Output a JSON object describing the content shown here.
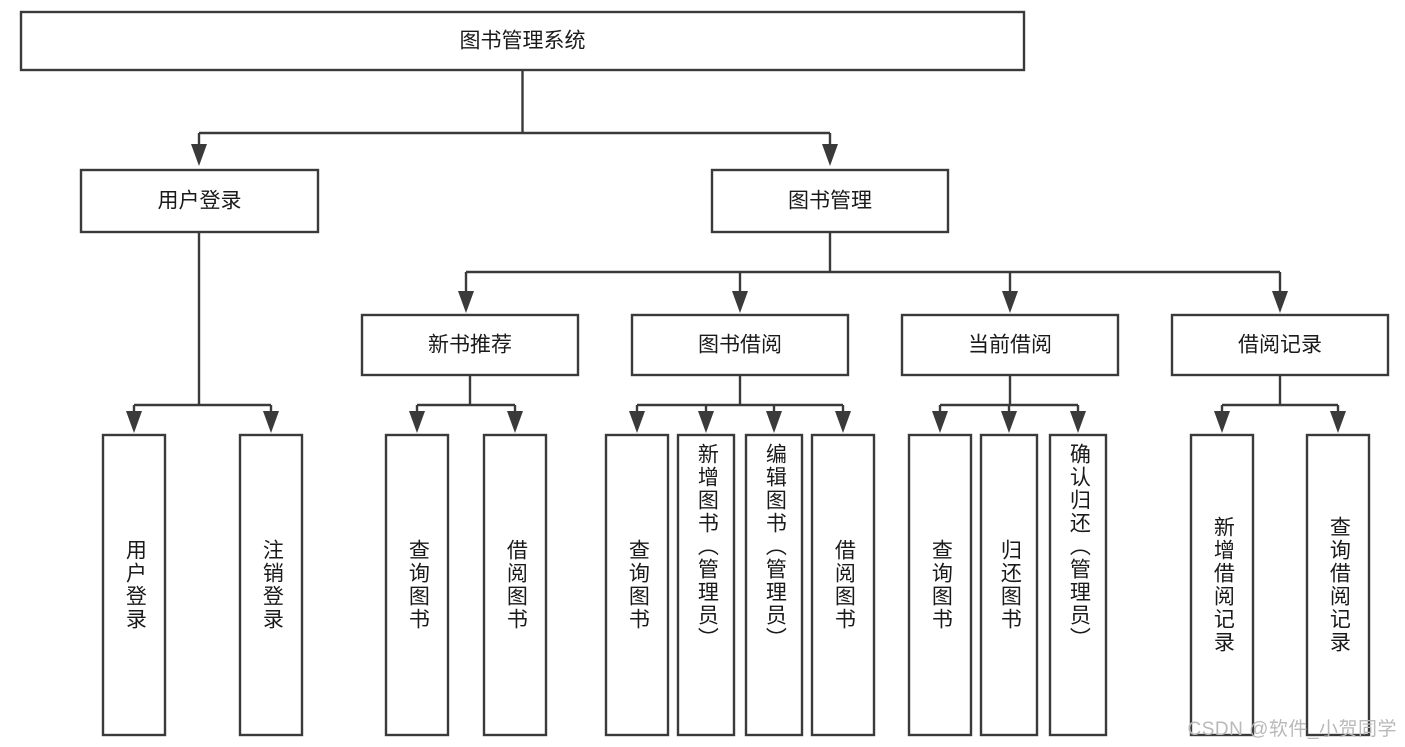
{
  "diagram": {
    "title": "图书管理系统",
    "type": "hierarchy-tree",
    "root": {
      "id": "root",
      "label": "图书管理系统",
      "orientation": "horizontal"
    },
    "level2": [
      {
        "id": "user-login",
        "label": "用户登录",
        "orientation": "horizontal"
      },
      {
        "id": "book-management",
        "label": "图书管理",
        "orientation": "horizontal"
      }
    ],
    "level3": [
      {
        "id": "new-book-recommend",
        "label": "新书推荐",
        "parent": "book-management",
        "orientation": "horizontal"
      },
      {
        "id": "book-borrow",
        "label": "图书借阅",
        "parent": "book-management",
        "orientation": "horizontal"
      },
      {
        "id": "current-borrow",
        "label": "当前借阅",
        "parent": "book-management",
        "orientation": "horizontal"
      },
      {
        "id": "borrow-record",
        "label": "借阅记录",
        "parent": "book-management",
        "orientation": "horizontal"
      }
    ],
    "leaves": [
      {
        "id": "leaf-user-login",
        "label": "用户登录",
        "parent": "user-login",
        "orientation": "vertical"
      },
      {
        "id": "leaf-logout",
        "label": "注销登录",
        "parent": "user-login",
        "orientation": "vertical"
      },
      {
        "id": "leaf-query-book-1",
        "label": "查询图书",
        "parent": "new-book-recommend",
        "orientation": "vertical"
      },
      {
        "id": "leaf-borrow-book-1",
        "label": "借阅图书",
        "parent": "new-book-recommend",
        "orientation": "vertical"
      },
      {
        "id": "leaf-query-book-2",
        "label": "查询图书",
        "parent": "book-borrow",
        "orientation": "vertical"
      },
      {
        "id": "leaf-add-book",
        "label": "新增图书（管理员）",
        "parent": "book-borrow",
        "orientation": "vertical"
      },
      {
        "id": "leaf-edit-book",
        "label": "编辑图书（管理员）",
        "parent": "book-borrow",
        "orientation": "vertical"
      },
      {
        "id": "leaf-borrow-book-2",
        "label": "借阅图书",
        "parent": "book-borrow",
        "orientation": "vertical"
      },
      {
        "id": "leaf-query-book-3",
        "label": "查询图书",
        "parent": "current-borrow",
        "orientation": "vertical"
      },
      {
        "id": "leaf-return-book",
        "label": "归还图书",
        "parent": "current-borrow",
        "orientation": "vertical"
      },
      {
        "id": "leaf-confirm-return",
        "label": "确认归还（管理员）",
        "parent": "current-borrow",
        "orientation": "vertical"
      },
      {
        "id": "leaf-add-record",
        "label": "新增借阅记录",
        "parent": "borrow-record",
        "orientation": "vertical"
      },
      {
        "id": "leaf-query-record",
        "label": "查询借阅记录",
        "parent": "borrow-record",
        "orientation": "vertical"
      }
    ],
    "colors": {
      "stroke": "#3a3a3a",
      "fill": "#ffffff",
      "text": "#1a1a1a",
      "watermark": "#b9b9b9",
      "background": "#ffffff"
    }
  },
  "watermark": {
    "text": "CSDN @软件_小贺同学"
  }
}
